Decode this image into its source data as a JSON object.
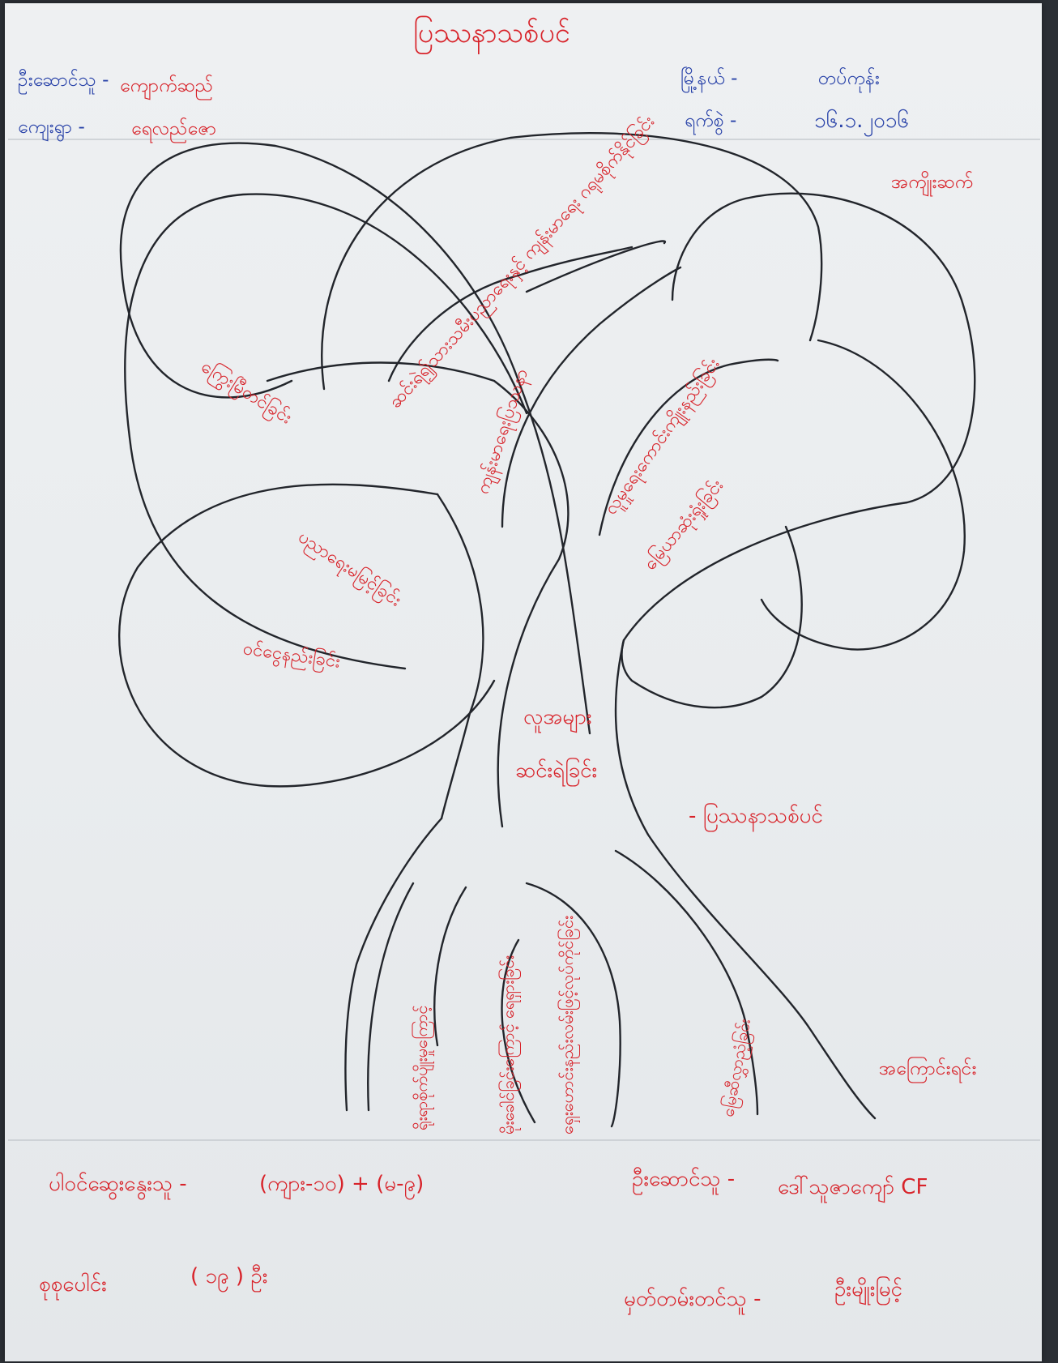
{
  "header": {
    "title": "ပြဿနာသစ်ပင်",
    "label_left_1": "ဦးဆောင်သူ -",
    "value_left_1": "ကျောက်ဆည်",
    "label_left_2": "ကျေးရွာ -",
    "value_left_2": "ရေလည်ဇော",
    "label_right_1": "မြို့နယ် -",
    "value_right_1": "တပ်ကုန်း",
    "label_right_2": "ရက်စွဲ -",
    "value_right_2": "၁၆.၁.၂၀၁၆"
  },
  "tree": {
    "fruits_label": "အကျိုးဆက်",
    "roots_label": "အကြောင်းရင်း",
    "trunk_label_1": "လူအများ",
    "trunk_label_2": "ဆင်းရဲခြင်း",
    "problem_label": "- ပြဿနာသစ်ပင်",
    "fruits": [
      "ဆင်းရဲ၍သားသမီးပညာရေးနှင့် ကျန်းမာရေး ဂရုမစိုက်နိုင်ခြင်း",
      "ကျန်းမာရေးပြဿနာ",
      "လူမှုရေးကောင်းကျိုးနည်းခြင်း",
      "မြေယာဆုံးရှုံးခြင်း",
      "ကြွေးမြီတင်ခြင်း",
      "ပညာရေးမမြင့်ခြင်း",
      "ဝင်ငွေနည်းခြင်း"
    ],
    "roots": [
      "ရိုးရာစိုက်ပျိုးမှုကြောင့်",
      "မိုးခေါင်ခြင်းကြောင့် ရေရှားခြင်း",
      "ရှေးဟောင်းနည်းလမ်းဖြင့်လုပ်ကိုင်ခြင်း",
      "မြေဆီလွှာညံ့ခြင်း"
    ]
  },
  "footer": {
    "participants_label": "ပါဝင်ဆွေးနွေးသူ -",
    "participants_value": "(ကျား-၁၀) + (မ-၉)",
    "total_label": "စုစုပေါင်း",
    "total_value": "( ၁၉ ) ဦး",
    "facilitator_label": "ဦးဆောင်သူ -",
    "facilitator_value": "ဒေါ်သူဇာကျော် CF",
    "recorder_label": "မှတ်တမ်းတင်သူ -",
    "recorder_value": "ဦးမျိုးမြင့်"
  },
  "colors": {
    "ink_red": "#d8232a",
    "ink_blue": "#2741a8",
    "ink_black": "#22252b",
    "paper": "#eceef0"
  }
}
